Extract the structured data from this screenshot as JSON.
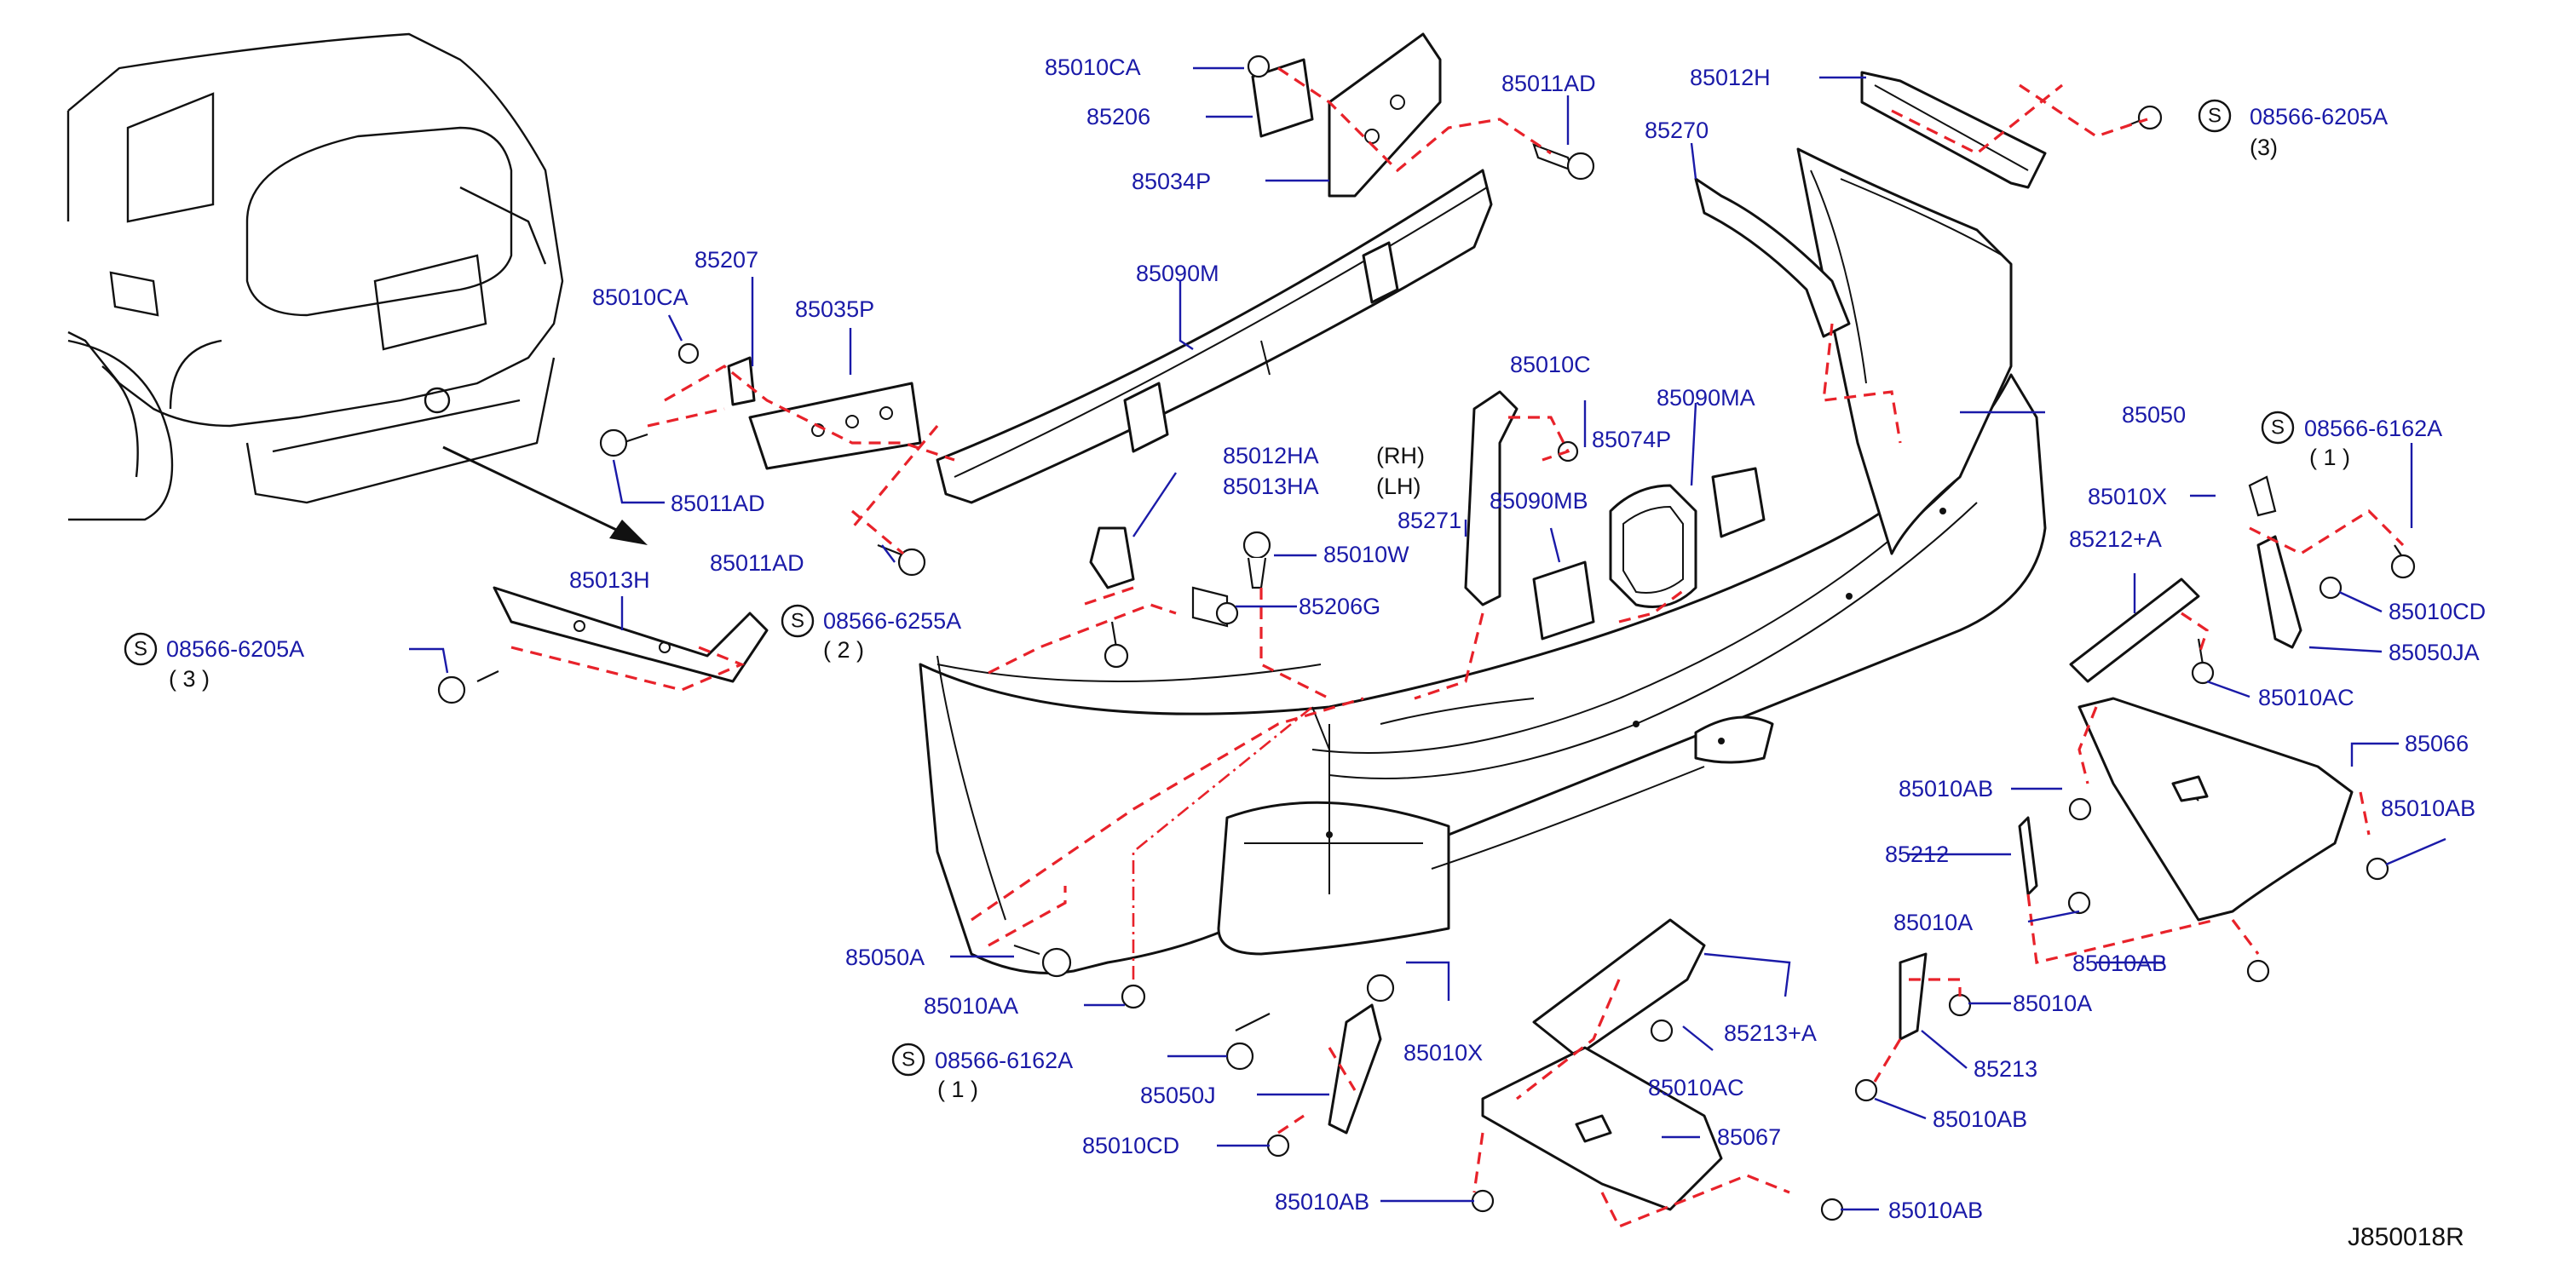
{
  "diagram_id": "J850018R",
  "notes": {
    "rh": "(RH)",
    "lh": "(LH)"
  },
  "labels": {
    "p85010CA_top": "85010CA",
    "p85206": "85206",
    "p85034P": "85034P",
    "p85011AD_top": "85011AD",
    "p85012H": "85012H",
    "s08566_6205A_top": "08566-6205A",
    "qty_3_top": "(3)",
    "p85270": "85270",
    "p85207": "85207",
    "p85010CA_left": "85010CA",
    "p85035P": "85035P",
    "p85090M": "85090M",
    "p85011AD_left": "85011AD",
    "p85011AD_mid": "85011AD",
    "p85010C": "85010C",
    "p85090MA": "85090MA",
    "p85074P": "85074P",
    "p85050": "85050",
    "p85012HA": "85012HA",
    "p85013HA": "85013HA",
    "p85271": "85271",
    "p85090MB": "85090MB",
    "p85010W": "85010W",
    "p85206G": "85206G",
    "p85013H": "85013H",
    "s08566_6255A": "08566-6255A",
    "qty_2": "( 2 )",
    "s08566_6205A_left": "08566-6205A",
    "qty_3_left": "( 3 )",
    "s08566_6162A_right": "08566-6162A",
    "qty_1_right": "( 1 )",
    "p85010X_right": "85010X",
    "p85212_A": "85212+A",
    "p85010CD_right": "85010CD",
    "p85050JA": "85050JA",
    "p85010AC_right": "85010AC",
    "p85066": "85066",
    "p85010AB_r1": "85010AB",
    "p85010AB_r2": "85010AB",
    "p85212": "85212",
    "p85010A_1": "85010A",
    "p85010AB_r3": "85010AB",
    "p85010A_2": "85010A",
    "p85213": "85213",
    "p85010AB_r4": "85010AB",
    "p85050A": "85050A",
    "p85010AA": "85010AA",
    "s08566_6162A_bottom": "08566-6162A",
    "qty_1_bottom": "( 1 )",
    "p85010X_bottom": "85010X",
    "p85050J": "85050J",
    "p85010CD_bottom": "85010CD",
    "p85010AB_bottom": "85010AB",
    "p85213_A": "85213+A",
    "p85010AC_bottom": "85010AC",
    "p85067": "85067",
    "p85010AB_b2": "85010AB"
  },
  "symbols": {
    "standard_part": "S"
  },
  "colors": {
    "label": "#1a1aa8",
    "connector": "#e8222a",
    "line": "#111111"
  }
}
